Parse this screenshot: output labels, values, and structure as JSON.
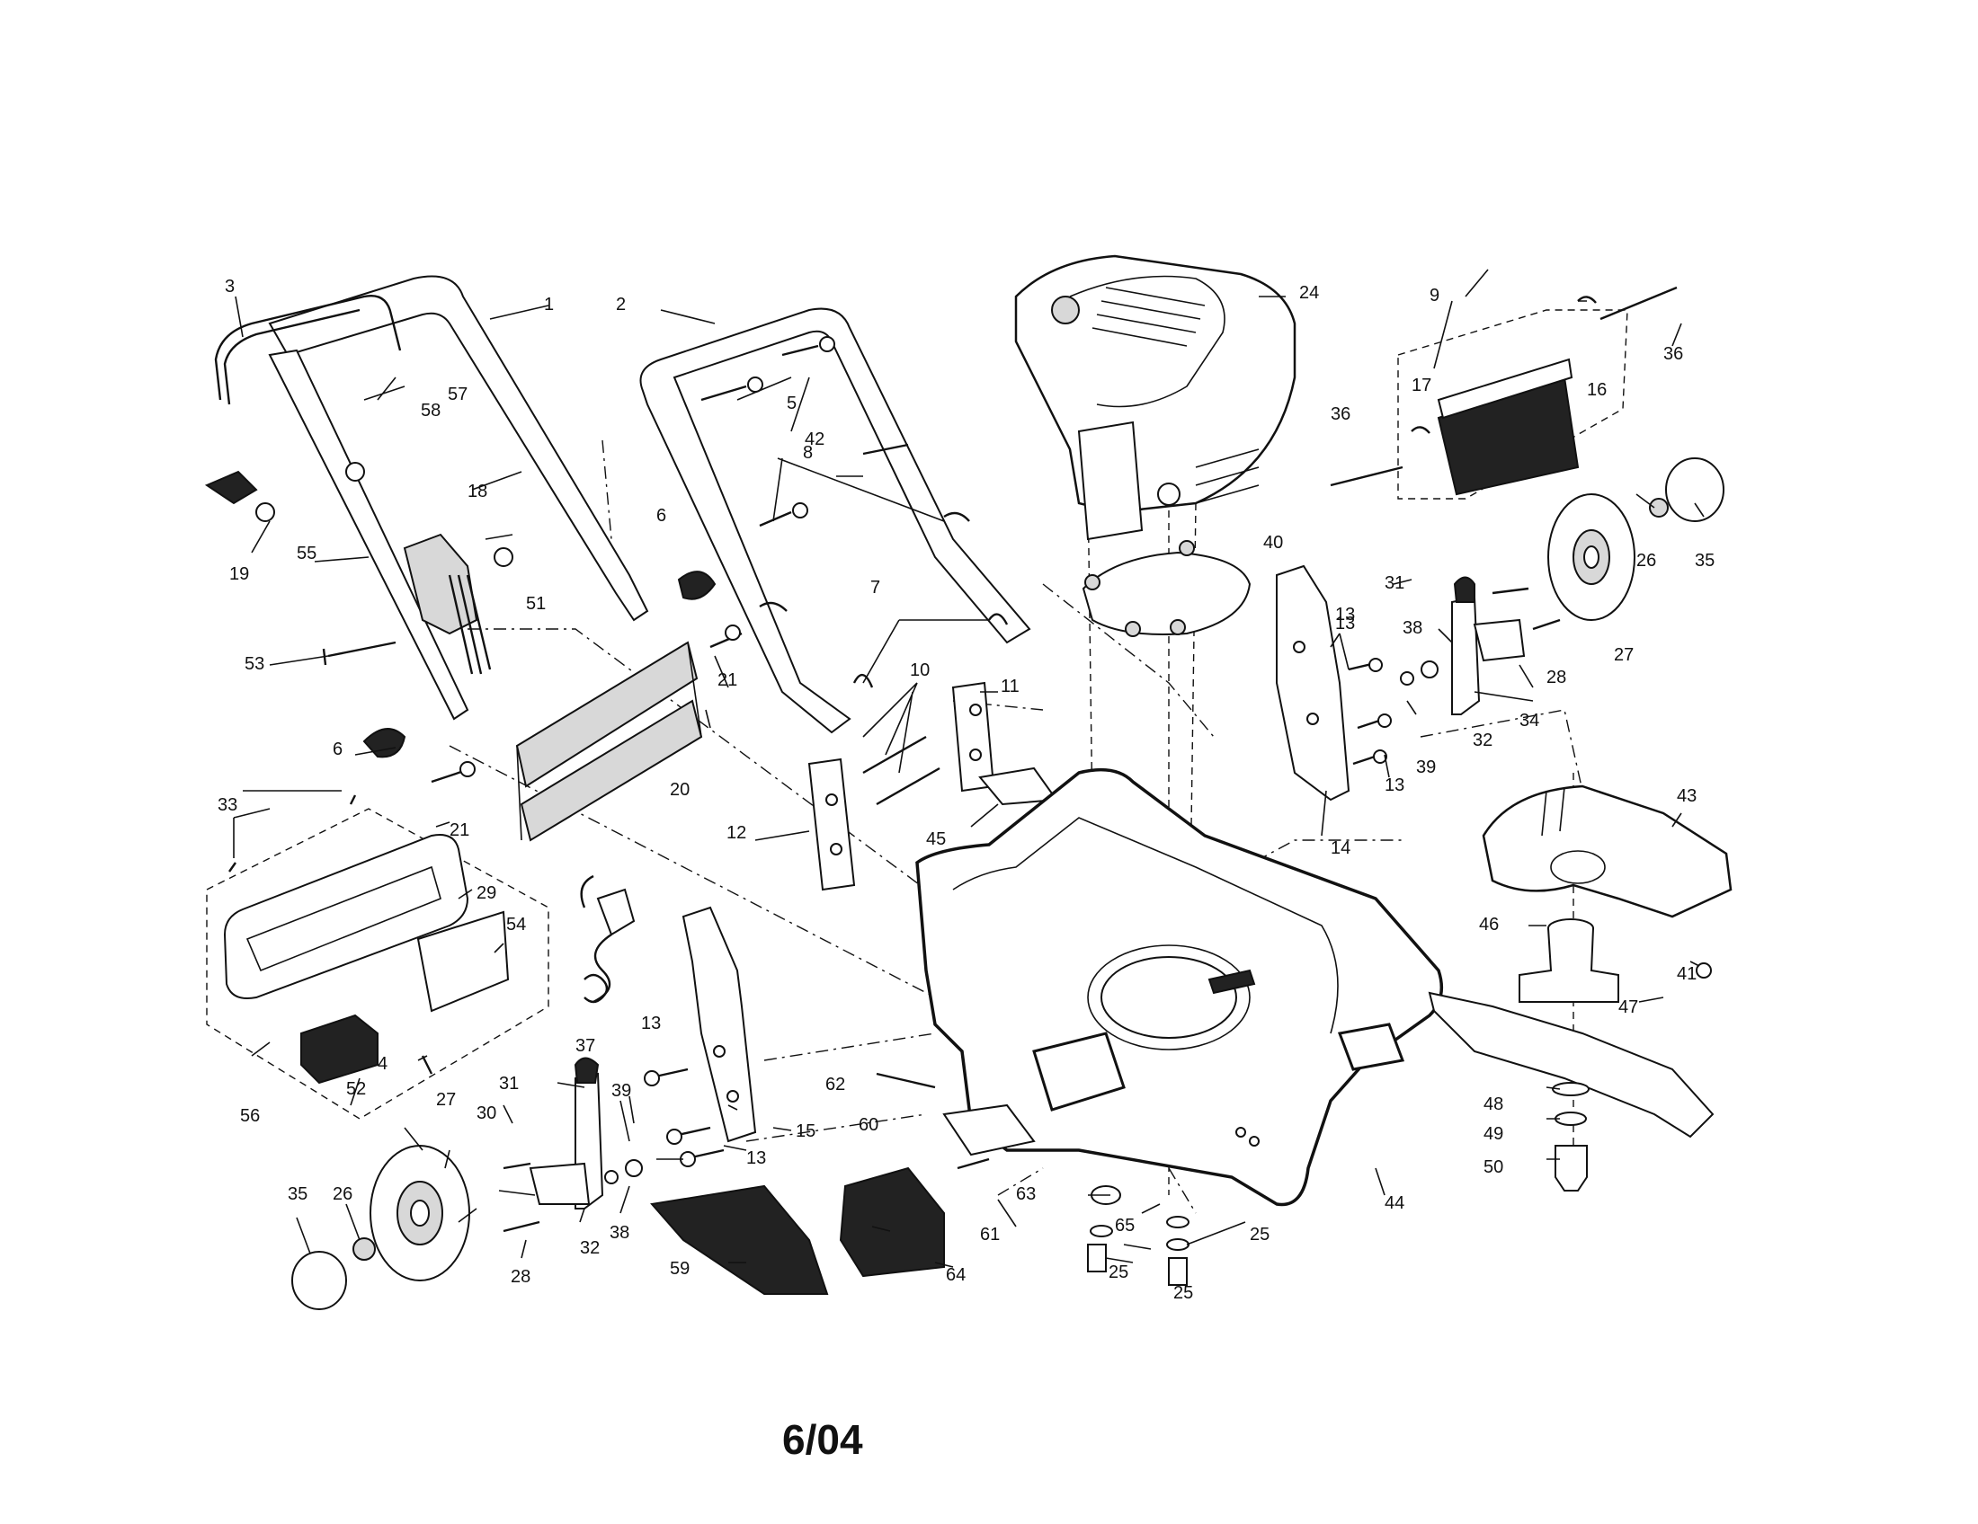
{
  "diagram": {
    "footer_date": "6/04",
    "part_labels": [
      "1",
      "2",
      "3",
      "4",
      "5",
      "6",
      "6",
      "7",
      "8",
      "9",
      "10",
      "11",
      "12",
      "13",
      "13",
      "13",
      "13",
      "13",
      "14",
      "15",
      "16",
      "17",
      "18",
      "19",
      "20",
      "21",
      "21",
      "24",
      "25",
      "25",
      "25",
      "26",
      "26",
      "27",
      "27",
      "28",
      "28",
      "29",
      "30",
      "31",
      "31",
      "32",
      "32",
      "33",
      "34",
      "35",
      "35",
      "36",
      "36",
      "37",
      "38",
      "38",
      "39",
      "39",
      "40",
      "41",
      "42",
      "43",
      "44",
      "45",
      "46",
      "47",
      "48",
      "49",
      "50",
      "51",
      "52",
      "53",
      "54",
      "55",
      "56",
      "57",
      "58",
      "59",
      "60",
      "61",
      "62",
      "63",
      "64",
      "65"
    ]
  }
}
